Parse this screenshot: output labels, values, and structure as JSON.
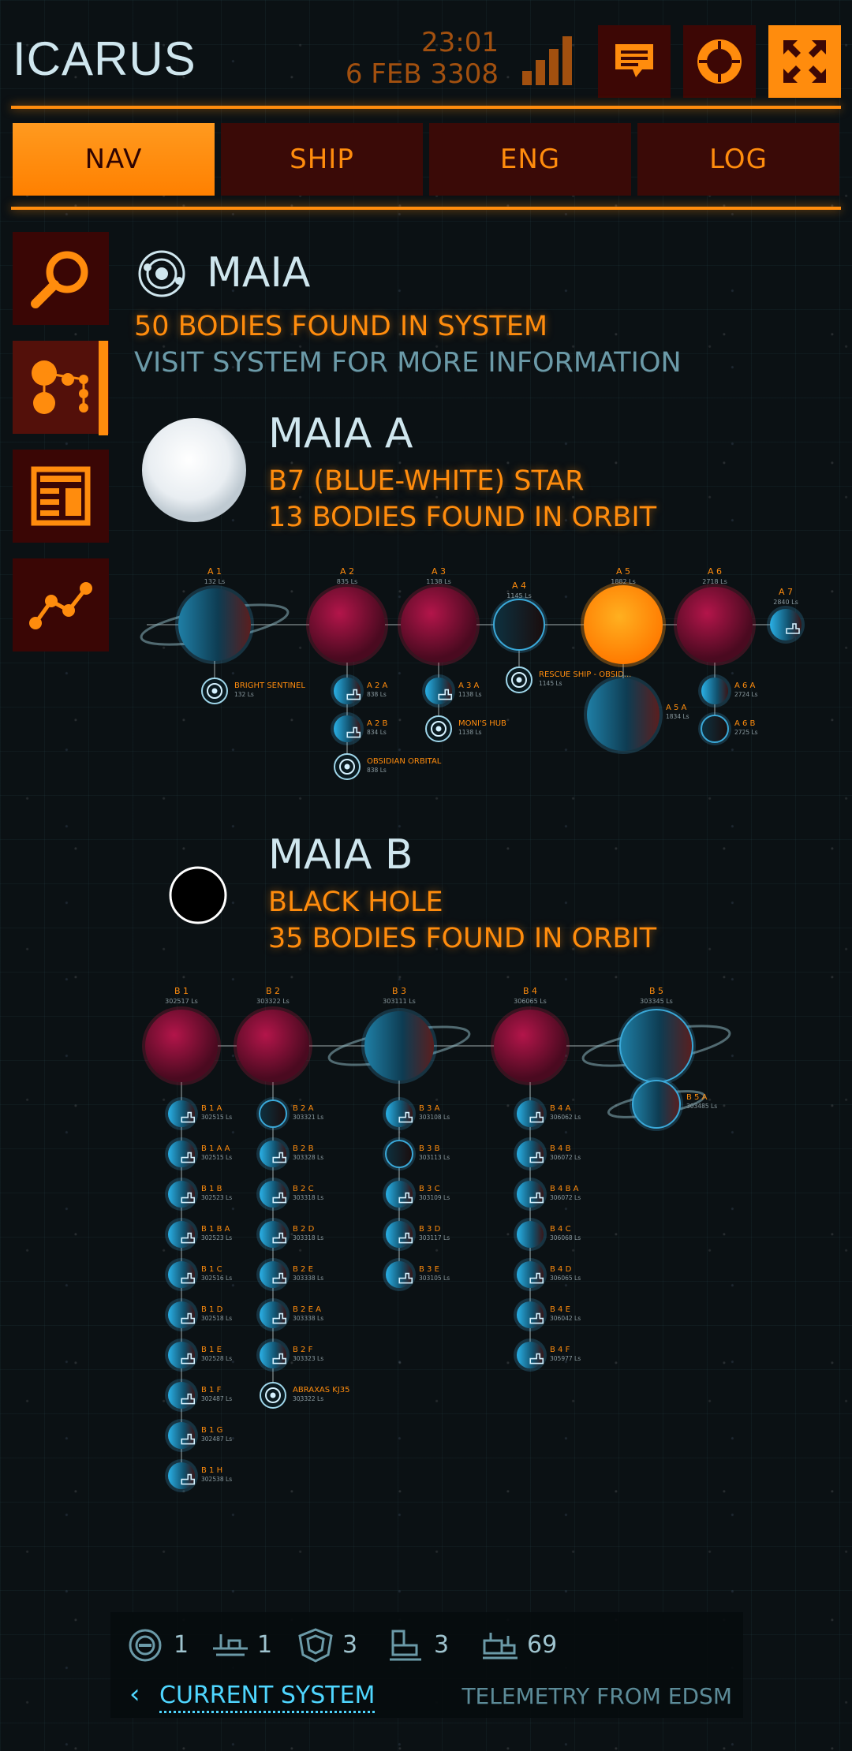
{
  "header": {
    "title": "ICARUS",
    "time": "23:01",
    "date": "6 FEB 3308",
    "buttons": [
      "messages-button",
      "settings-button",
      "fullscreen-button"
    ]
  },
  "tabs": [
    {
      "label": "NAV",
      "active": true
    },
    {
      "label": "SHIP",
      "active": false
    },
    {
      "label": "ENG",
      "active": false
    },
    {
      "label": "LOG",
      "active": false
    }
  ],
  "sidebar": {
    "items": [
      {
        "name": "search",
        "icon": "magnifier-icon"
      },
      {
        "name": "system-map",
        "icon": "system-bodies-icon",
        "active": true
      },
      {
        "name": "list",
        "icon": "list-panel-icon"
      },
      {
        "name": "route",
        "icon": "route-graph-icon"
      }
    ]
  },
  "system": {
    "name": "MAIA",
    "bodies_found": "50 BODIES FOUND IN SYSTEM",
    "visit_hint": "VISIT SYSTEM FOR MORE INFORMATION"
  },
  "stars": [
    {
      "name": "MAIA A",
      "type": "B7 (BLUE-WHITE) STAR",
      "orbit": "13 BODIES FOUND IN ORBIT",
      "bodies": [
        {
          "label": "A 1",
          "dist": "132 Ls",
          "kind": "planet-ringed",
          "children": [
            {
              "label": "BRIGHT SENTINEL",
              "dist": "132 Ls",
              "kind": "station"
            }
          ]
        },
        {
          "label": "A 2",
          "dist": "835 Ls",
          "kind": "gas-red",
          "children": [
            {
              "label": "A 2 A",
              "dist": "838 Ls",
              "kind": "moon-settlement"
            },
            {
              "label": "A 2 B",
              "dist": "834 Ls",
              "kind": "moon-settlement"
            },
            {
              "label": "OBSIDIAN ORBITAL",
              "dist": "838 Ls",
              "kind": "outpost"
            }
          ]
        },
        {
          "label": "A 3",
          "dist": "1138 Ls",
          "kind": "gas-red",
          "children": [
            {
              "label": "A 3 A",
              "dist": "1138 Ls",
              "kind": "moon-settlement"
            },
            {
              "label": "MONI'S HUB",
              "dist": "1138 Ls",
              "kind": "megaship"
            }
          ]
        },
        {
          "label": "A 4",
          "dist": "1145 Ls",
          "kind": "planet-dark",
          "children": [
            {
              "label": "RESCUE SHIP - OBSID...",
              "dist": "1145 Ls",
              "kind": "station"
            }
          ]
        },
        {
          "label": "A 5",
          "dist": "1882 Ls",
          "kind": "star-orange",
          "children": [
            {
              "label": "A 5 A",
              "dist": "1834 Ls",
              "kind": "planet-large"
            }
          ]
        },
        {
          "label": "A 6",
          "dist": "2718 Ls",
          "kind": "gas-red",
          "children": [
            {
              "label": "A 6 A",
              "dist": "2724 Ls",
              "kind": "moon"
            },
            {
              "label": "A 6 B",
              "dist": "2725 Ls",
              "kind": "moon-dark"
            }
          ]
        },
        {
          "label": "A 7",
          "dist": "2840 Ls",
          "kind": "moon-settlement",
          "children": []
        }
      ]
    },
    {
      "name": "MAIA B",
      "type": "BLACK HOLE",
      "orbit": "35 BODIES FOUND IN ORBIT",
      "bodies": [
        {
          "label": "B 1",
          "dist": "302517 Ls",
          "kind": "gas-red",
          "children": [
            {
              "label": "B 1 A",
              "dist": "302515 Ls",
              "kind": "moon-settlement"
            },
            {
              "label": "B 1 A A",
              "dist": "302515 Ls",
              "kind": "moon-settlement"
            },
            {
              "label": "B 1 B",
              "dist": "302523 Ls",
              "kind": "moon-settlement"
            },
            {
              "label": "B 1 B A",
              "dist": "302523 Ls",
              "kind": "moon-settlement"
            },
            {
              "label": "B 1 C",
              "dist": "302516 Ls",
              "kind": "moon-settlement"
            },
            {
              "label": "B 1 D",
              "dist": "302518 Ls",
              "kind": "moon-settlement"
            },
            {
              "label": "B 1 E",
              "dist": "302528 Ls",
              "kind": "moon-settlement"
            },
            {
              "label": "B 1 F",
              "dist": "302487 Ls",
              "kind": "moon-settlement"
            },
            {
              "label": "B 1 G",
              "dist": "302487 Ls",
              "kind": "moon-settlement"
            },
            {
              "label": "B 1 H",
              "dist": "302538 Ls",
              "kind": "moon-settlement"
            }
          ]
        },
        {
          "label": "B 2",
          "dist": "303322 Ls",
          "kind": "gas-red",
          "children": [
            {
              "label": "B 2 A",
              "dist": "303321 Ls",
              "kind": "moon-dark"
            },
            {
              "label": "B 2 B",
              "dist": "303328 Ls",
              "kind": "moon-settlement"
            },
            {
              "label": "B 2 C",
              "dist": "303318 Ls",
              "kind": "moon-settlement"
            },
            {
              "label": "B 2 D",
              "dist": "303318 Ls",
              "kind": "moon-settlement"
            },
            {
              "label": "B 2 E",
              "dist": "303338 Ls",
              "kind": "moon-settlement"
            },
            {
              "label": "B 2 E A",
              "dist": "303338 Ls",
              "kind": "moon-settlement"
            },
            {
              "label": "B 2 F",
              "dist": "303323 Ls",
              "kind": "moon-settlement"
            },
            {
              "label": "ABRAXAS KJ35",
              "dist": "303322 Ls",
              "kind": "station"
            }
          ]
        },
        {
          "label": "B 3",
          "dist": "303111 Ls",
          "kind": "planet-ringed",
          "children": [
            {
              "label": "B 3 A",
              "dist": "303108 Ls",
              "kind": "moon-settlement"
            },
            {
              "label": "B 3 B",
              "dist": "303113 Ls",
              "kind": "moon-dark"
            },
            {
              "label": "B 3 C",
              "dist": "303109 Ls",
              "kind": "moon-settlement"
            },
            {
              "label": "B 3 D",
              "dist": "303117 Ls",
              "kind": "moon-settlement"
            },
            {
              "label": "B 3 E",
              "dist": "303105 Ls",
              "kind": "moon-settlement"
            }
          ]
        },
        {
          "label": "B 4",
          "dist": "306065 Ls",
          "kind": "gas-red",
          "children": [
            {
              "label": "B 4 A",
              "dist": "306062 Ls",
              "kind": "moon-settlement"
            },
            {
              "label": "B 4 B",
              "dist": "306072 Ls",
              "kind": "moon-settlement"
            },
            {
              "label": "B 4 B A",
              "dist": "306072 Ls",
              "kind": "moon-settlement"
            },
            {
              "label": "B 4 C",
              "dist": "306068 Ls",
              "kind": "moon"
            },
            {
              "label": "B 4 D",
              "dist": "306065 Ls",
              "kind": "moon-settlement"
            },
            {
              "label": "B 4 E",
              "dist": "306042 Ls",
              "kind": "moon-settlement"
            },
            {
              "label": "B 4 F",
              "dist": "305977 Ls",
              "kind": "moon-settlement"
            }
          ]
        },
        {
          "label": "B 5",
          "dist": "303345 Ls",
          "kind": "planet-ringed-blue",
          "children": [
            {
              "label": "B 5 A",
              "dist": "303485 Ls",
              "kind": "planet-ringed-small"
            }
          ]
        }
      ]
    }
  ],
  "footer": {
    "counts": [
      {
        "icon": "outpost-icon",
        "value": "1"
      },
      {
        "icon": "surface-port-icon",
        "value": "1"
      },
      {
        "icon": "station-icon",
        "value": "3"
      },
      {
        "icon": "settlement-icon",
        "value": "3"
      },
      {
        "icon": "odyssey-settlement-icon",
        "value": "69"
      }
    ],
    "current_system": "CURRENT SYSTEM",
    "telemetry": "TELEMETRY FROM EDSM"
  },
  "colors": {
    "accent": "#ff8c0d",
    "accent_dark": "#3a0a07",
    "text_light": "#cfe6ee",
    "text_blue": "#6b9aa8",
    "link_blue": "#4fd6ff"
  }
}
